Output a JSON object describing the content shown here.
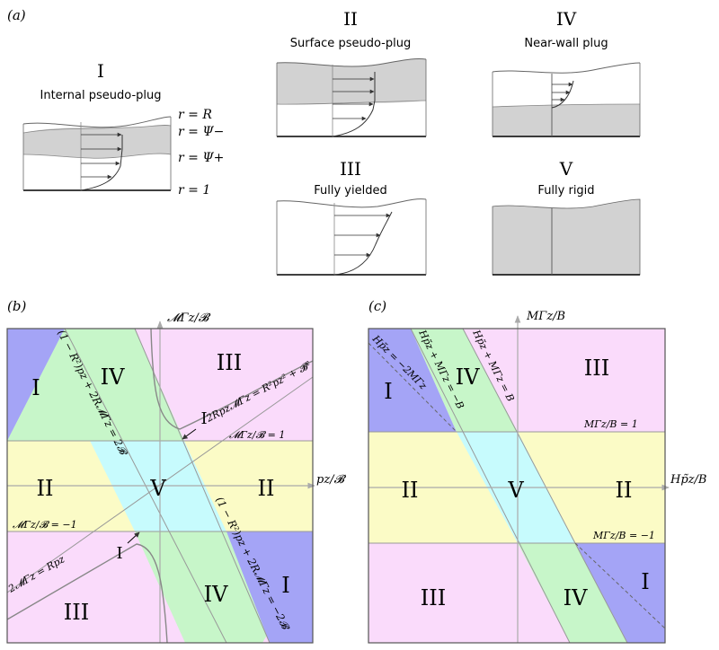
{
  "panel_a": {
    "label": "(a)",
    "regimes": [
      {
        "numeral": "I",
        "name": "Internal pseudo-plug"
      },
      {
        "numeral": "II",
        "name": "Surface pseudo-plug"
      },
      {
        "numeral": "III",
        "name": "Fully yielded"
      },
      {
        "numeral": "IV",
        "name": "Near-wall plug"
      },
      {
        "numeral": "V",
        "name": "Fully rigid"
      }
    ],
    "levels": [
      "r = R",
      "r = Ψ−",
      "r = Ψ+",
      "r = 1"
    ]
  },
  "panel_b": {
    "label": "(b)",
    "y_axis": "𝓜Γz/𝓑",
    "x_axis": "pz/𝓑",
    "region_labels": {
      "I_tl": "I",
      "IV_top": "IV",
      "III_tr": "III",
      "I_small_top": "I",
      "II_left": "II",
      "V": "V",
      "II_right": "II",
      "I_small_bottom": "I",
      "III_bl": "III",
      "IV_bottom": "IV",
      "I_br": "I"
    },
    "line_labels": {
      "upper_oblique": "(1 − R²)pz + 2R𝓜Γz = 2𝓑",
      "lower_oblique": "(1 − R²)pz + 2R𝓜Γz = −2𝓑",
      "hyperbola": "2Rpz𝓜Γz = R²pz² + 𝓑²",
      "diagonal": "2𝓜Γz = Rpz",
      "h_upper": "𝓜Γz/𝓑 = 1",
      "h_lower": "𝓜Γz/𝓑 = −1"
    },
    "colors": {
      "I": "#a4a4f6",
      "II": "#fbfbc6",
      "III": "#fadbfb",
      "IV": "#c7f6c9",
      "V": "#c7fbfd"
    }
  },
  "panel_c": {
    "label": "(c)",
    "y_axis": "MΓz/B",
    "x_axis": "Hp̃z/B",
    "region_labels": {
      "I_tl": "I",
      "IV_top": "IV",
      "III_tr": "III",
      "II_left": "II",
      "V": "V",
      "II_right": "II",
      "III_bl": "III",
      "IV_bottom": "IV",
      "I_br": "I"
    },
    "line_labels": {
      "dashed": "Hp̃z = −2MΓz",
      "left_oblique": "Hp̃z + MΓz = −B",
      "right_oblique": "Hp̃z + MΓz = B",
      "h_upper": "MΓz/B = 1",
      "h_lower": "MΓz/B = −1"
    },
    "colors": {
      "I": "#a4a4f6",
      "II": "#fbfbc6",
      "III": "#fadbfb",
      "IV": "#c7f6c9",
      "V": "#c7fbfd"
    }
  }
}
